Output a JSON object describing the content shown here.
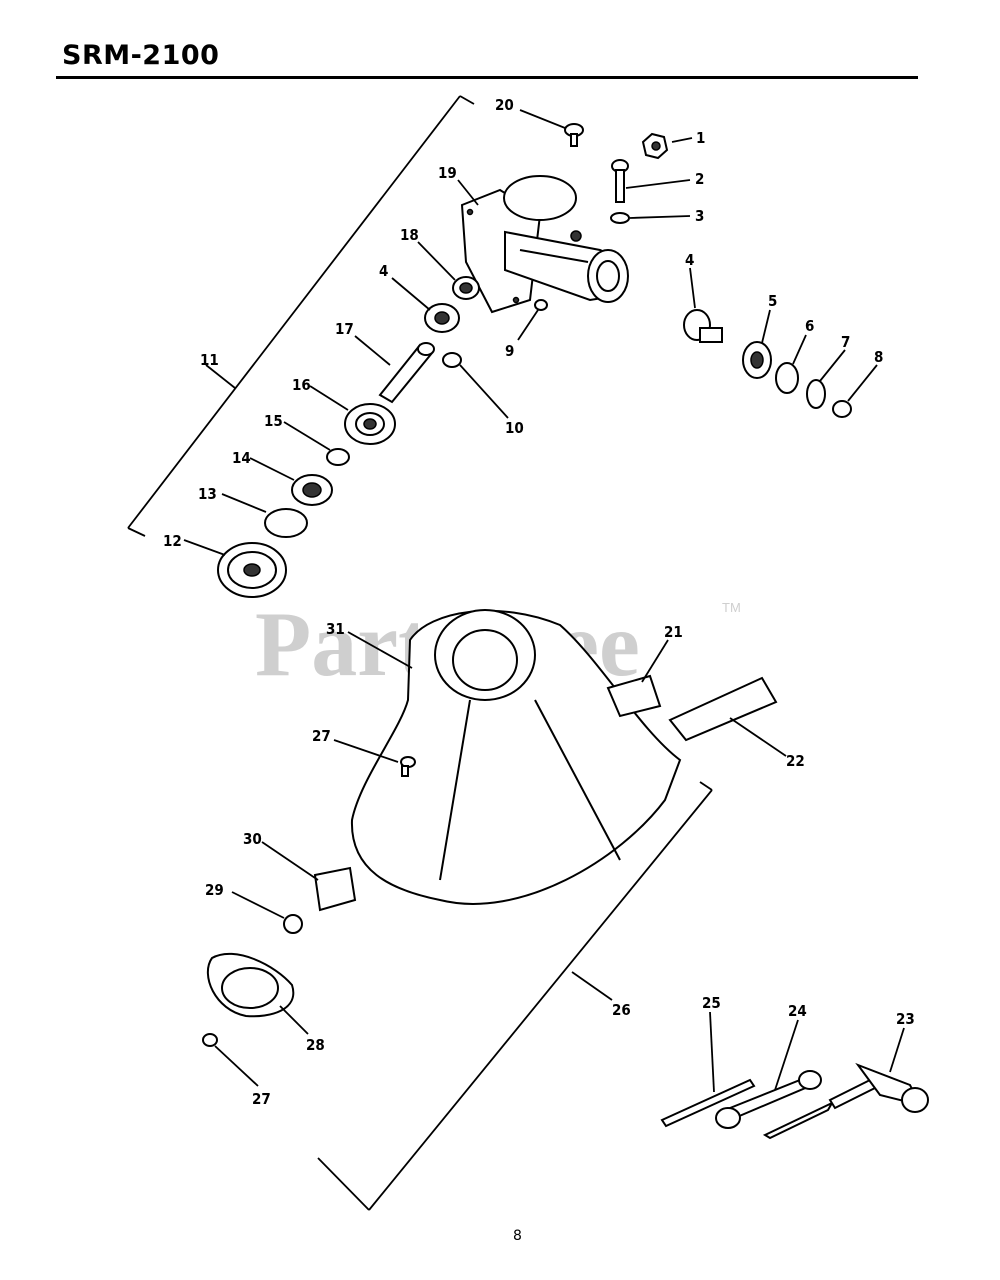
{
  "page": {
    "title": "SRM-2100",
    "page_number": "8",
    "watermark": "PartsTree",
    "watermark_tm": "TM"
  },
  "callouts": {
    "c1": "1",
    "c2": "2",
    "c3": "3",
    "c4a": "4",
    "c4b": "4",
    "c5": "5",
    "c6": "6",
    "c7": "7",
    "c8": "8",
    "c9": "9",
    "c10": "10",
    "c11": "11",
    "c12": "12",
    "c13": "13",
    "c14": "14",
    "c15": "15",
    "c16": "16",
    "c17": "17",
    "c18": "18",
    "c19": "19",
    "c20": "20",
    "c21": "21",
    "c22": "22",
    "c23": "23",
    "c24": "24",
    "c25": "25",
    "c26": "26",
    "c27a": "27",
    "c27b": "27",
    "c28": "28",
    "c29": "29",
    "c30": "30",
    "c31": "31"
  }
}
